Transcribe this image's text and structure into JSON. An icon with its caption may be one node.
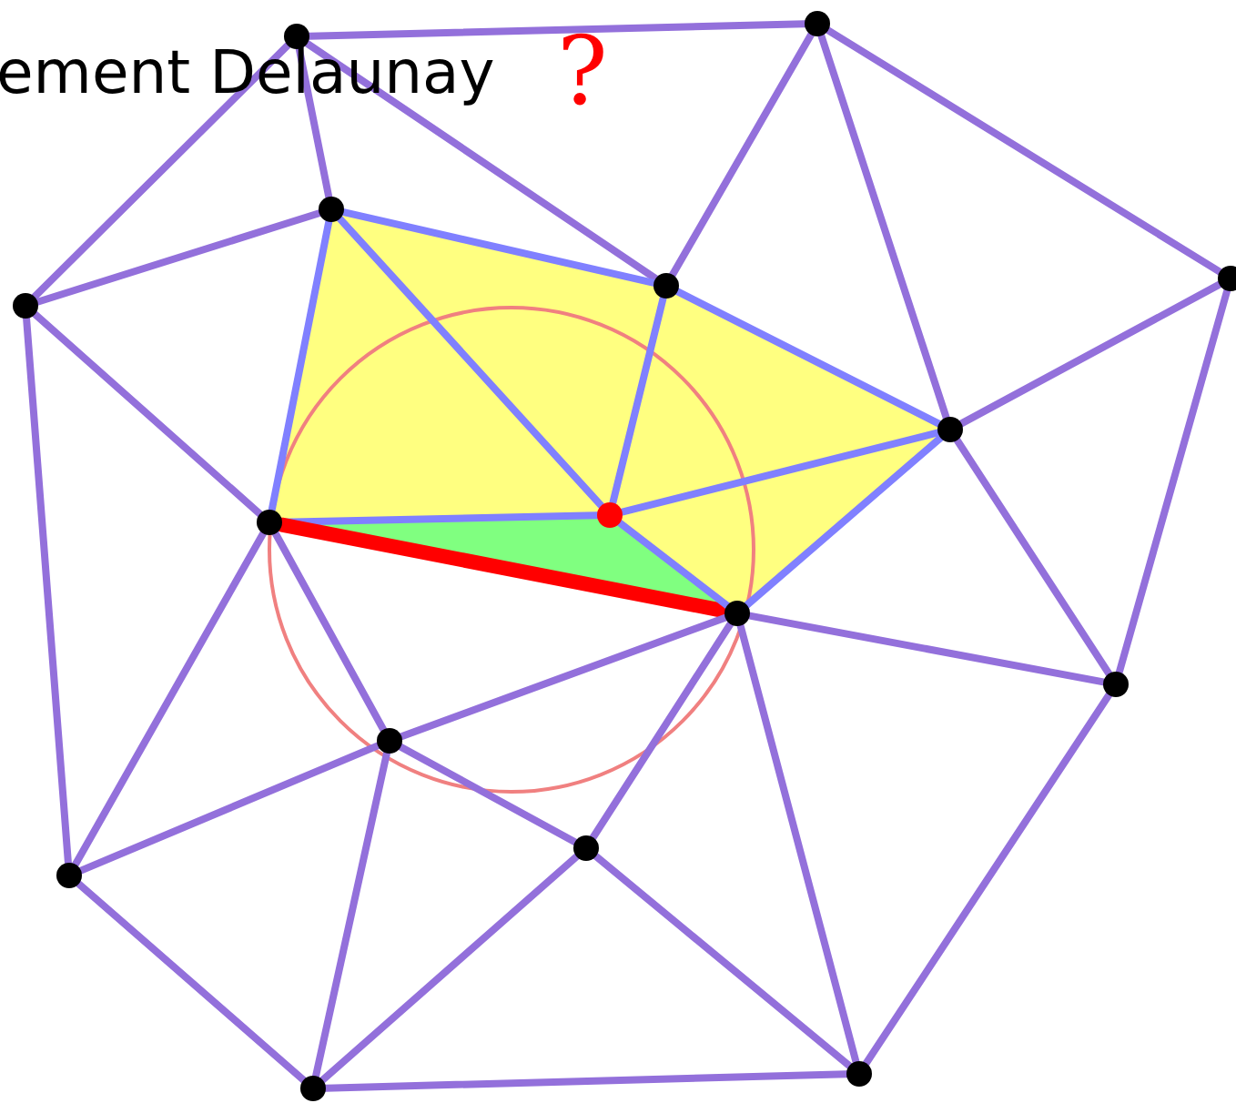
{
  "diagram": {
    "nodes": [
      {
        "text": [],
        "shape": "circle"
      },
      {
        "text": [],
        "shape": "circle"
      },
      {
        "text": [],
        "shape": "circle"
      },
      {
        "text": [],
        "shape": "circle"
      },
      {
        "text": [],
        "shape": "circle"
      },
      {
        "text": [],
        "shape": "circle"
      },
      {
        "text": [],
        "shape": "circle"
      },
      {
        "text": [],
        "shape": "circle"
      },
      {
        "text": [],
        "shape": "circle"
      },
      {
        "text": [],
        "shape": "circle"
      },
      {
        "text": [],
        "shape": "circle"
      },
      {
        "text": [],
        "shape": "circle"
      },
      {
        "text": [],
        "shape": "circle"
      },
      {
        "text": [],
        "shape": "circle"
      },
      {
        "text": [],
        "shape": "circle"
      },
      {
        "text": [],
        "shape": "circle"
      }
    ],
    "edges": [
      {
        "from": 0,
        "to": 1,
        "arrow": "none"
      },
      {
        "from": 0,
        "to": 3,
        "arrow": "none"
      },
      {
        "from": 0,
        "to": 2,
        "arrow": "none"
      },
      {
        "from": 0,
        "to": 4,
        "arrow": "none"
      },
      {
        "from": 1,
        "to": 4,
        "arrow": "none"
      },
      {
        "from": 1,
        "to": 6,
        "arrow": "none"
      },
      {
        "from": 1,
        "to": 5,
        "arrow": "none"
      },
      {
        "from": 3,
        "to": 2,
        "arrow": "none"
      },
      {
        "from": 3,
        "to": 8,
        "arrow": "none"
      },
      {
        "from": 3,
        "to": 13,
        "arrow": "none"
      },
      {
        "from": 2,
        "to": 4,
        "arrow": "none",
        "color": "#8080ff"
      },
      {
        "from": 2,
        "to": 8,
        "arrow": "none",
        "color": "#8080ff"
      },
      {
        "from": 2,
        "to": 7,
        "arrow": "none",
        "color": "#8080ff"
      },
      {
        "from": 4,
        "to": 7,
        "arrow": "none",
        "color": "#8080ff"
      },
      {
        "from": 4,
        "to": 6,
        "arrow": "none",
        "color": "#8080ff"
      },
      {
        "from": 5,
        "to": 6,
        "arrow": "none"
      },
      {
        "from": 5,
        "to": 10,
        "arrow": "none"
      },
      {
        "from": 6,
        "to": 7,
        "arrow": "none",
        "color": "#8080ff"
      },
      {
        "from": 6,
        "to": 9,
        "arrow": "none",
        "color": "#8080ff"
      },
      {
        "from": 6,
        "to": 10,
        "arrow": "none"
      },
      {
        "from": 8,
        "to": 7,
        "arrow": "none",
        "color": "#8080ff"
      },
      {
        "from": 8,
        "to": 9,
        "arrow": "none",
        "style": "thick",
        "color": "#ff0000"
      },
      {
        "from": 7,
        "to": 9,
        "arrow": "none",
        "color": "#8080ff"
      },
      {
        "from": 8,
        "to": 11,
        "arrow": "none"
      },
      {
        "from": 8,
        "to": 13,
        "arrow": "none"
      },
      {
        "from": 9,
        "to": 11,
        "arrow": "none"
      },
      {
        "from": 9,
        "to": 12,
        "arrow": "none"
      },
      {
        "from": 9,
        "to": 15,
        "arrow": "none"
      },
      {
        "from": 9,
        "to": 10,
        "arrow": "none"
      },
      {
        "from": 10,
        "to": 15,
        "arrow": "none"
      },
      {
        "from": 11,
        "to": 13,
        "arrow": "none"
      },
      {
        "from": 11,
        "to": 12,
        "arrow": "none"
      },
      {
        "from": 11,
        "to": 14,
        "arrow": "none"
      },
      {
        "from": 13,
        "to": 14,
        "arrow": "none"
      },
      {
        "from": 14,
        "to": 12,
        "arrow": "none"
      },
      {
        "from": 14,
        "to": 15,
        "arrow": "none"
      },
      {
        "from": 12,
        "to": 15,
        "arrow": "none"
      }
    ],
    "labels": [
      "ement Delaunay",
      "?"
    ]
  }
}
